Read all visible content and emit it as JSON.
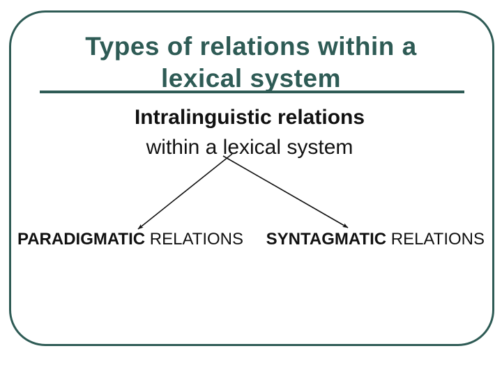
{
  "slide": {
    "title": "Types of relations within a\nlexical system",
    "subtitle": {
      "line1": "Intralinguistic relations",
      "line2": "within a lexical system"
    },
    "branch_labels": {
      "left": {
        "emphasis": "PARADIGMATIC",
        "rest": " RELATIONS"
      },
      "right": {
        "emphasis": "SYNTAGMATIC",
        "rest": " RELATIONS"
      }
    },
    "colors": {
      "accent_teal": "#2E5B55",
      "text_black": "#111111"
    }
  }
}
